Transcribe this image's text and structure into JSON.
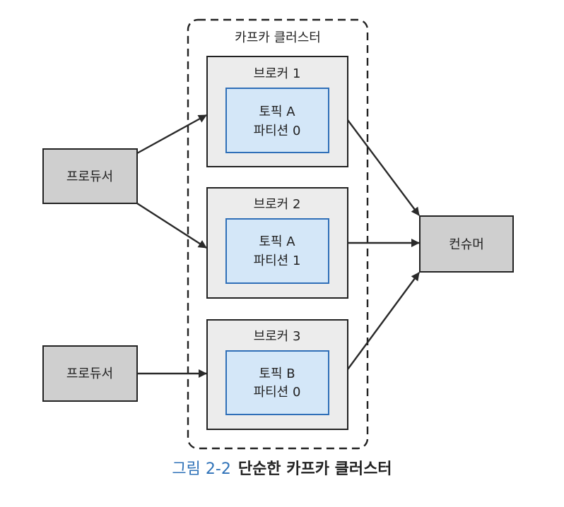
{
  "cluster": {
    "label": "카프카 클러스터"
  },
  "brokers": [
    {
      "label": "브로커 1",
      "topic": "토픽 A",
      "partition": "파티션 0"
    },
    {
      "label": "브로커 2",
      "topic": "토픽 A",
      "partition": "파티션 1"
    },
    {
      "label": "브로커 3",
      "topic": "토픽 B",
      "partition": "파티션 0"
    }
  ],
  "producers": [
    {
      "label": "프로듀서"
    },
    {
      "label": "프로듀서"
    }
  ],
  "consumer": {
    "label": "컨슈머"
  },
  "caption": {
    "number": "그림 2-2",
    "title": "단순한 카프카 클러스터"
  },
  "colors": {
    "gray_box": "#cfcfcf",
    "broker_bg": "#ececec",
    "partition_bg": "#d4e7f8",
    "partition_border": "#2f6fb8",
    "caption_number": "#2f72b8"
  }
}
